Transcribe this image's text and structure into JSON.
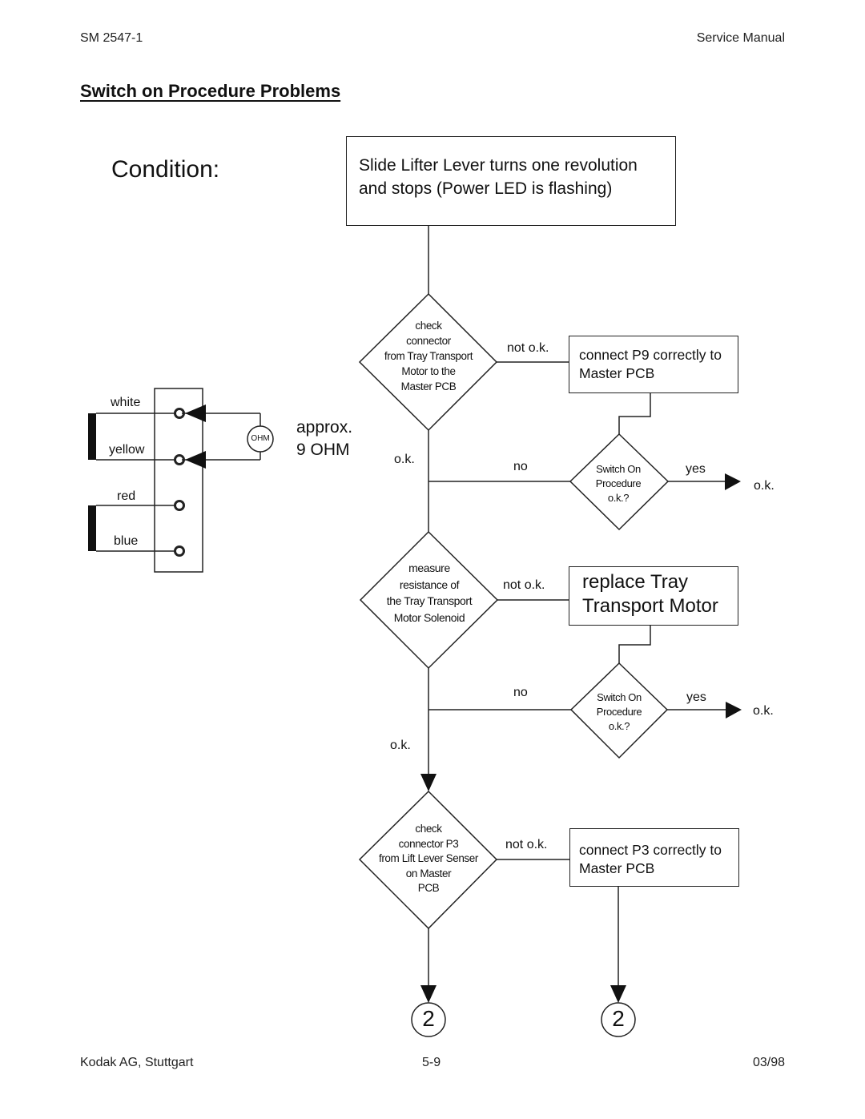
{
  "header": {
    "doc_number": "SM 2547-1",
    "doc_type": "Service Manual"
  },
  "section_title": "Switch on Procedure Problems",
  "condition_label": "Condition:",
  "condition_text_line1": "Slide Lifter Lever turns one revolution",
  "condition_text_line2": "and stops (Power LED is flashing)",
  "wiring": {
    "wires": [
      "white",
      "yellow",
      "red",
      "blue"
    ],
    "meter_label": "OHM",
    "reading_line1": "approx.",
    "reading_line2": "9 OHM"
  },
  "decision1": {
    "lines": [
      "check",
      "connector",
      "from Tray Transport",
      "Motor to the",
      "Master PCB"
    ],
    "no_label": "not o.k.",
    "yes_label": "o.k."
  },
  "action1": {
    "line1": "connect P9 correctly to",
    "line2": "Master PCB"
  },
  "check1": {
    "lines": [
      "Switch On",
      "Procedure",
      "o.k.?"
    ],
    "no_label": "no",
    "yes_label": "yes",
    "result": "o.k."
  },
  "decision2": {
    "lines": [
      "measure",
      "resistance of",
      "the Tray Transport",
      "Motor Solenoid"
    ],
    "no_label": "not o.k.",
    "yes_label": "o.k."
  },
  "action2": {
    "line1": "replace Tray",
    "line2": "Transport Motor"
  },
  "check2": {
    "lines": [
      "Switch On",
      "Procedure",
      "o.k.?"
    ],
    "no_label": "no",
    "yes_label": "yes",
    "result": "o.k."
  },
  "decision3": {
    "lines": [
      "check",
      "connector P3",
      "from Lift Lever Senser",
      "on Master",
      "PCB"
    ],
    "no_label": "not o.k."
  },
  "action3": {
    "line1": "connect P3 correctly to",
    "line2": "Master PCB"
  },
  "connector_left": "2",
  "connector_right": "2",
  "footer": {
    "company": "Kodak AG, Stuttgart",
    "page": "5-9",
    "date": "03/98"
  }
}
